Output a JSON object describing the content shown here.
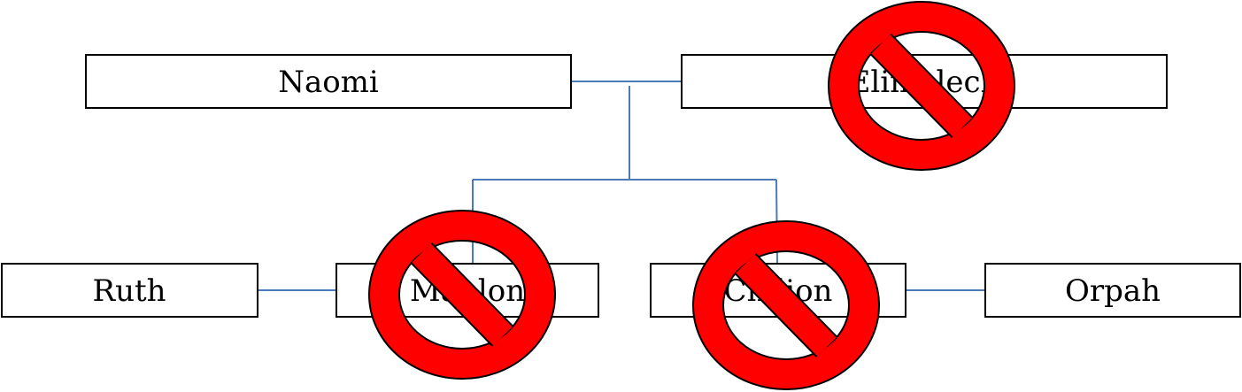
{
  "diagram": {
    "nodes": {
      "naomi": "Naomi",
      "elimelech": "Elimelech",
      "ruth": "Ruth",
      "mahlon": "Mahlon",
      "chilion": "Chilion",
      "orpah": "Orpah"
    },
    "icons": {
      "prohibition": "prohibition-icon"
    },
    "colors": {
      "connector": "#4a7ab8",
      "prohibition": "#ff0000",
      "outline": "#000000"
    }
  }
}
